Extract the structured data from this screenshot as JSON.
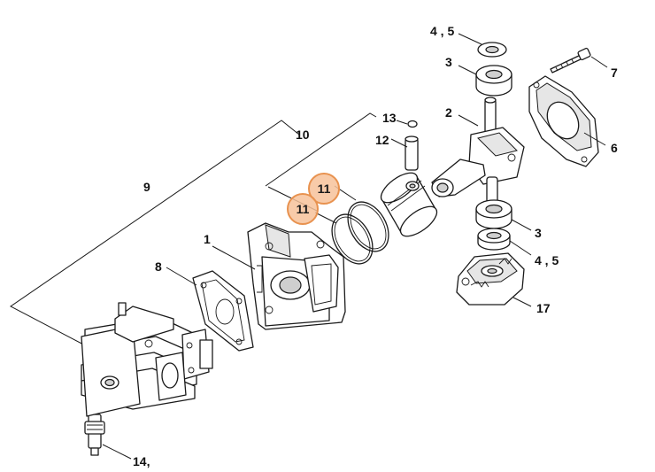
{
  "colors": {
    "highlight_fill": "#f7c29a",
    "highlight_stroke": "#e8924f",
    "line": "#1a1a1a",
    "background": "#ffffff"
  },
  "callouts": {
    "c1": "1",
    "c2": "2",
    "c3a": "3",
    "c3b": "3",
    "c45a": "4 , 5",
    "c45b": "4 , 5",
    "c6": "6",
    "c7": "7",
    "c8": "8",
    "c9": "9",
    "c10": "10",
    "c12": "12",
    "c13": "13",
    "c14": "14,",
    "c17": "17"
  },
  "highlights": [
    "11",
    "11"
  ]
}
